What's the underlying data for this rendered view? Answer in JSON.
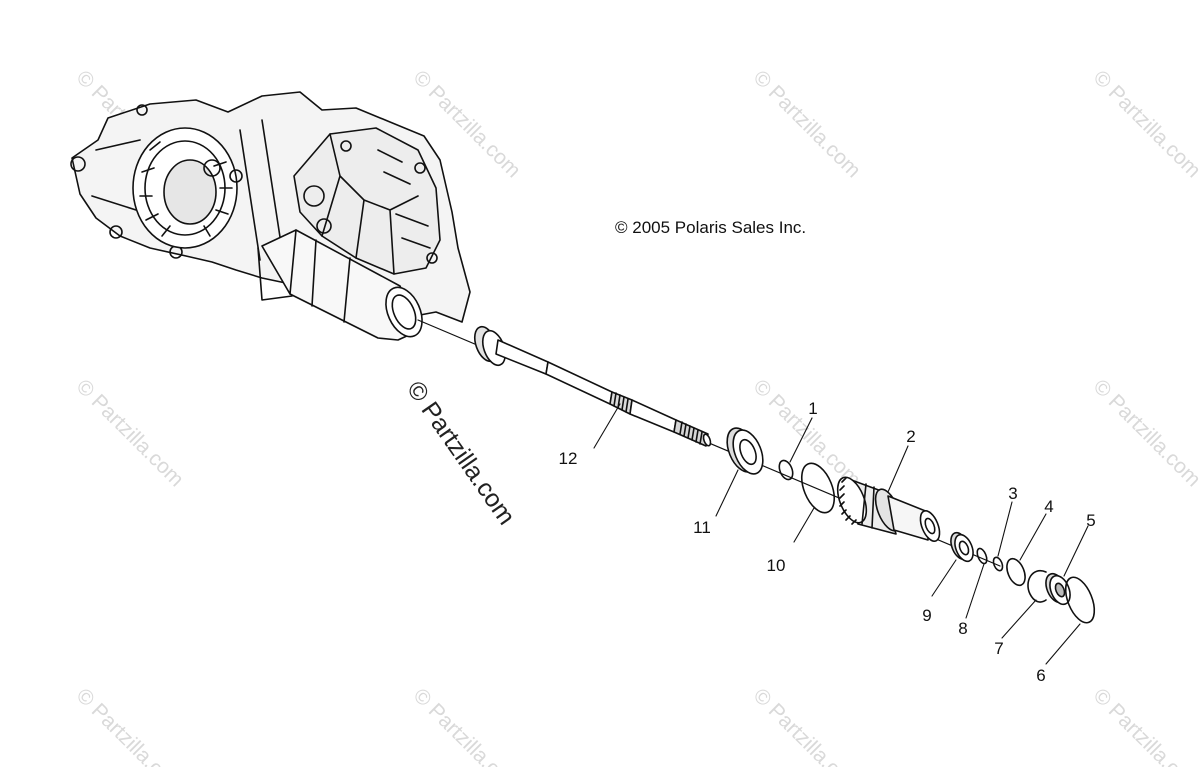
{
  "copyright": "© 2005 Polaris Sales Inc.",
  "watermark": "© Partzilla.com",
  "diagram": {
    "callouts": [
      "1",
      "2",
      "3",
      "4",
      "5",
      "6",
      "7",
      "8",
      "9",
      "10",
      "11",
      "12"
    ]
  },
  "colors": {
    "line": "#111111",
    "watermark": "#d9d9d9"
  }
}
